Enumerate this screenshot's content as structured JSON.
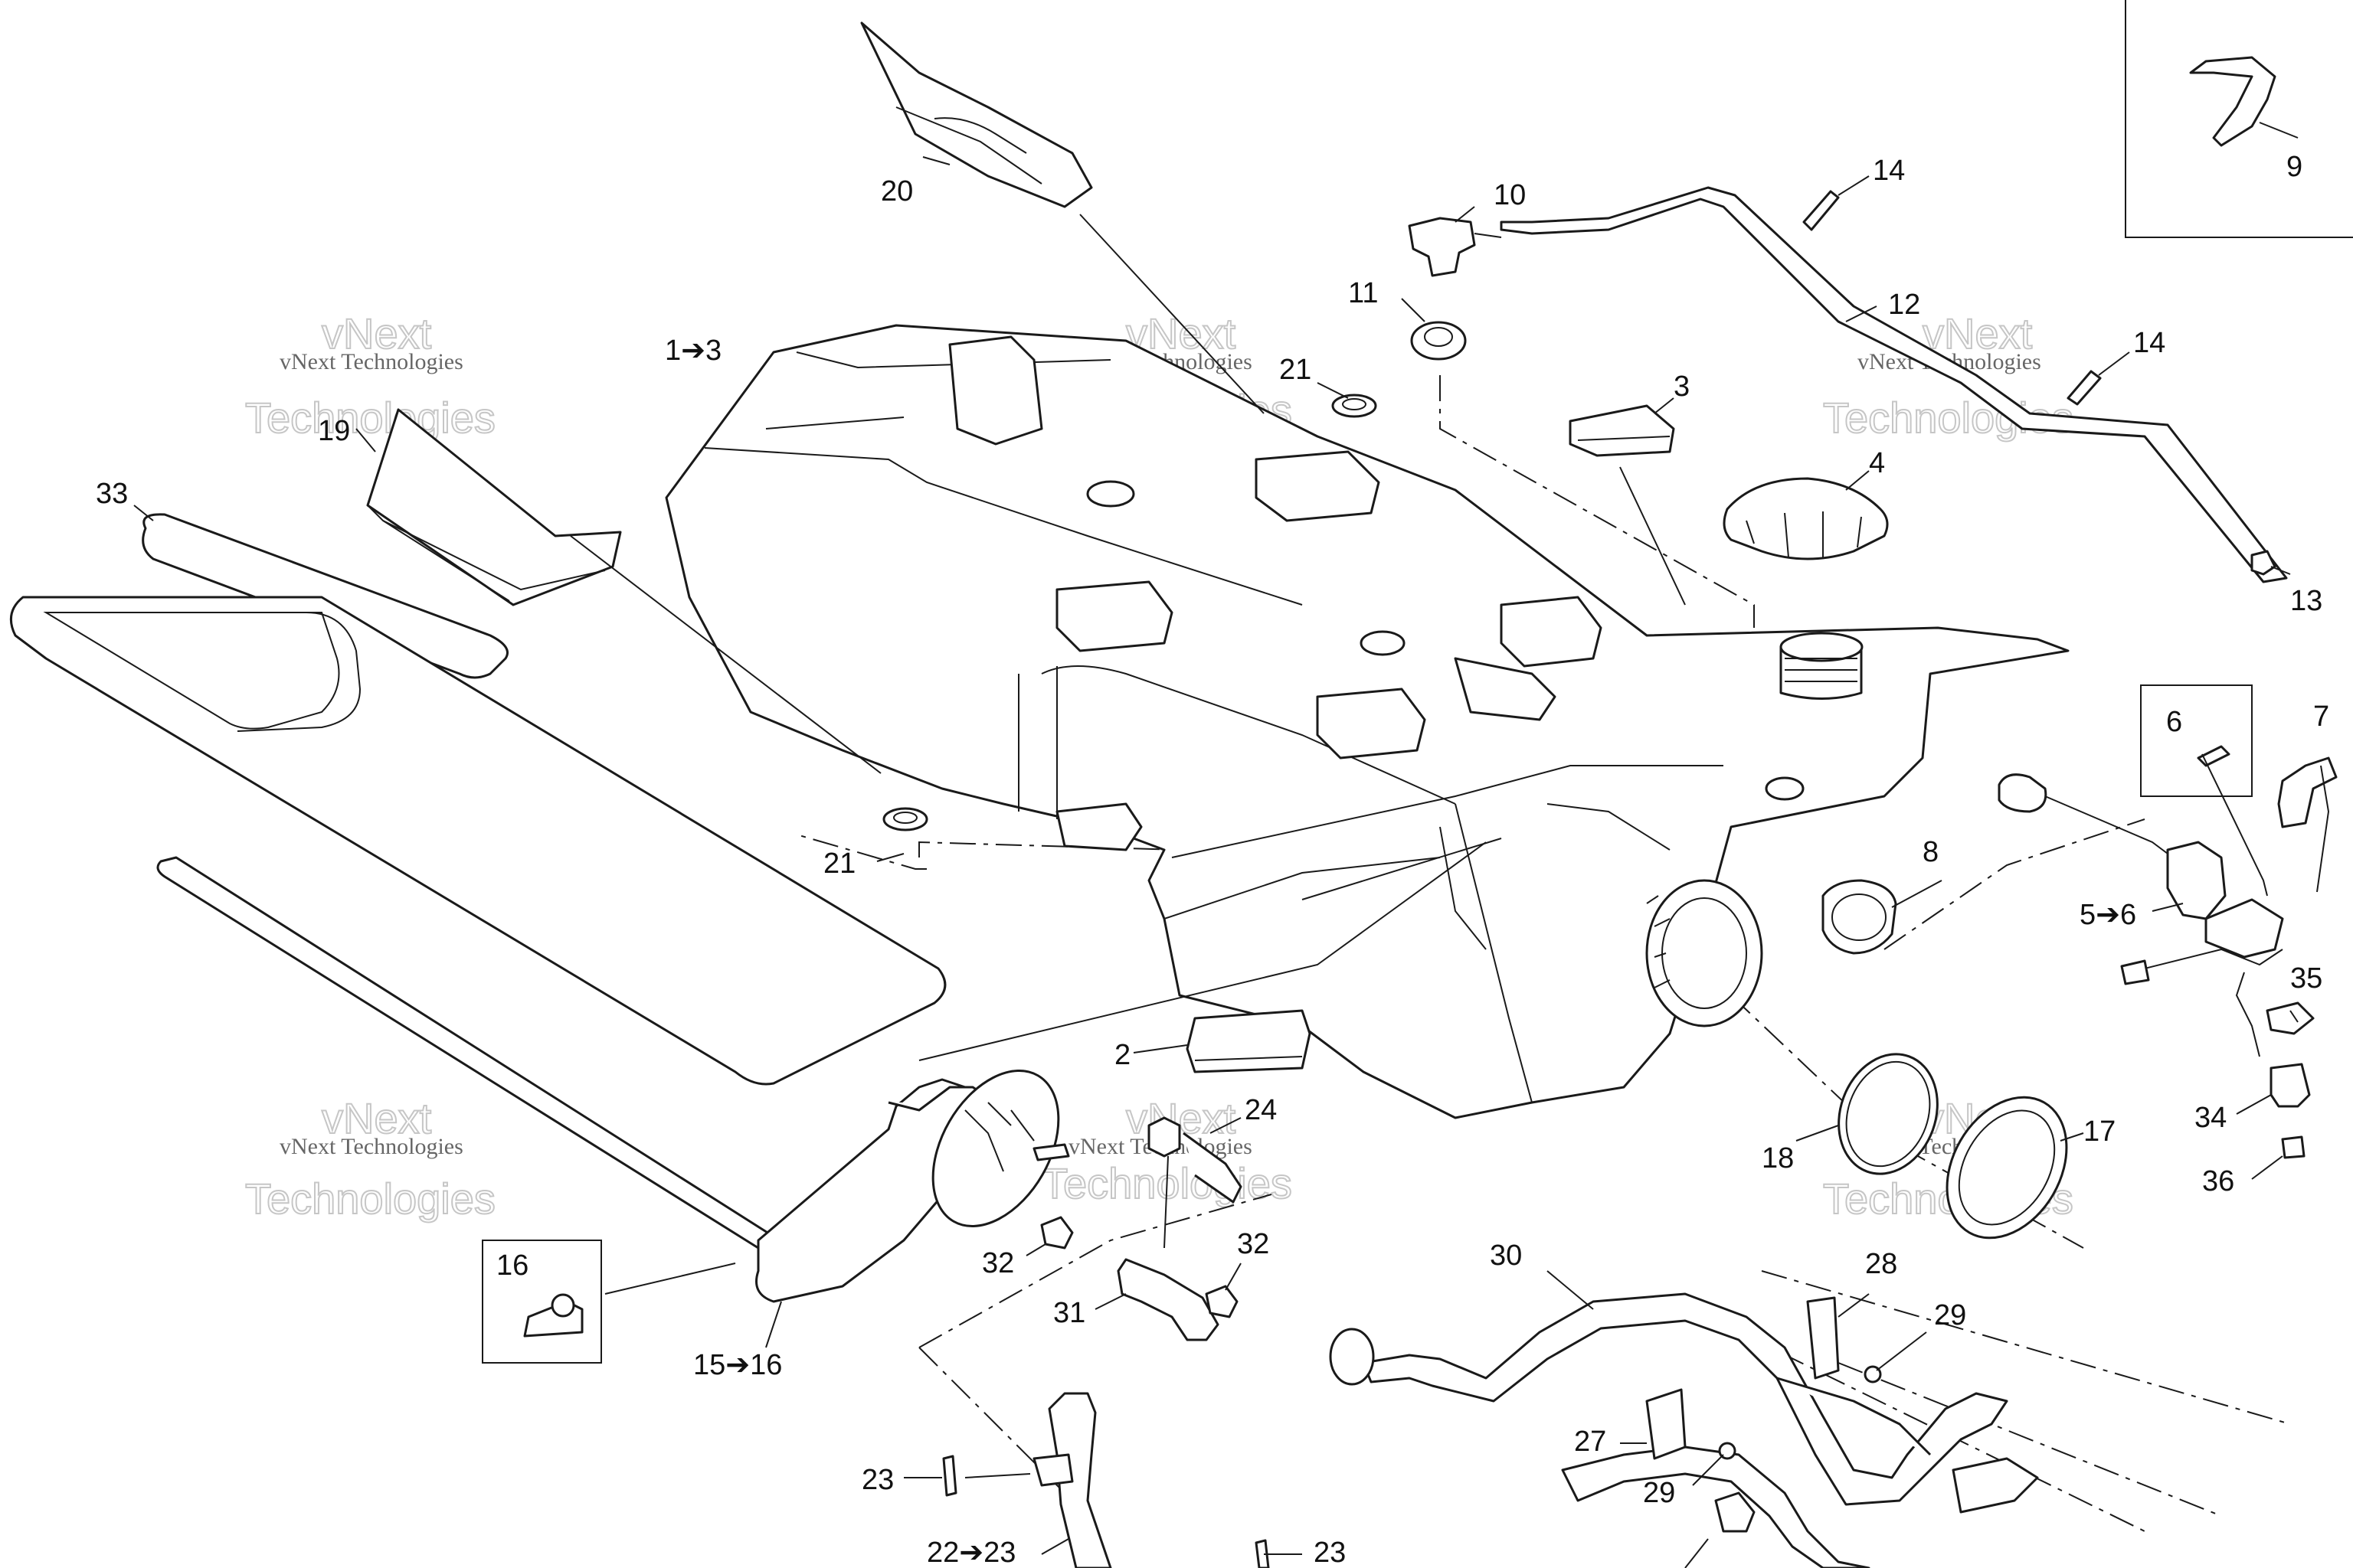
{
  "labels": {
    "l1_3": "1➔3",
    "l2": "2",
    "l3": "3",
    "l4": "4",
    "l5_6": "5➔6",
    "l6": "6",
    "l7": "7",
    "l8": "8",
    "l9": "9",
    "l10": "10",
    "l11": "11",
    "l12": "12",
    "l13": "13",
    "l14a": "14",
    "l14b": "14",
    "l15_16": "15➔16",
    "l16": "16",
    "l17": "17",
    "l18": "18",
    "l19": "19",
    "l20": "20",
    "l21a": "21",
    "l21b": "21",
    "l22_23": "22➔23",
    "l23a": "23",
    "l23b": "23",
    "l24": "24",
    "l27": "27",
    "l28": "28",
    "l29a": "29",
    "l29b": "29",
    "l30": "30",
    "l31": "31",
    "l32a": "32",
    "l32b": "32",
    "l33": "33",
    "l34": "34",
    "l35": "35",
    "l36": "36"
  },
  "watermark": {
    "line1": "vNext",
    "line2": "vNext Technologies",
    "line3": "Technologies"
  },
  "colors": {
    "line": "#1a1a1a",
    "watermark": "#b9b9b9"
  }
}
